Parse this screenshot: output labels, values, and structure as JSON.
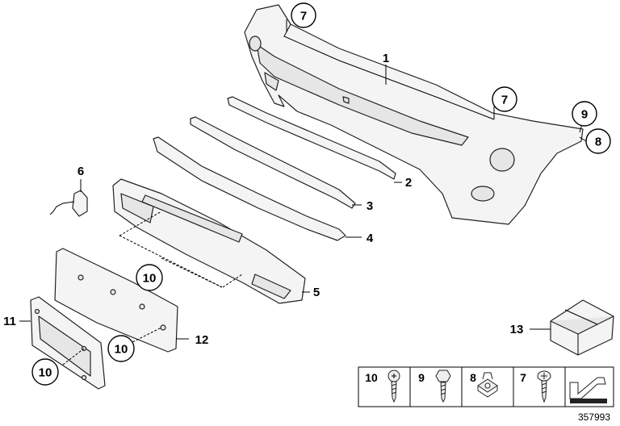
{
  "callouts": {
    "p1": "1",
    "p2": "2",
    "p3": "3",
    "p4": "4",
    "p5": "5",
    "p6": "6",
    "p7a": "7",
    "p7b": "7",
    "p8": "8",
    "p9": "9",
    "p10a": "10",
    "p10b": "10",
    "p10c": "10",
    "p11": "11",
    "p12": "12",
    "p13": "13"
  },
  "fastener_legend": {
    "items": [
      {
        "number": "10",
        "icon": "torx-screw-icon"
      },
      {
        "number": "9",
        "icon": "hex-bolt-icon"
      },
      {
        "number": "8",
        "icon": "clip-nut-icon"
      },
      {
        "number": "7",
        "icon": "self-tapping-screw-icon"
      }
    ],
    "extra_icon": "bracket-arrow-icon"
  },
  "catalog_number": "357993"
}
